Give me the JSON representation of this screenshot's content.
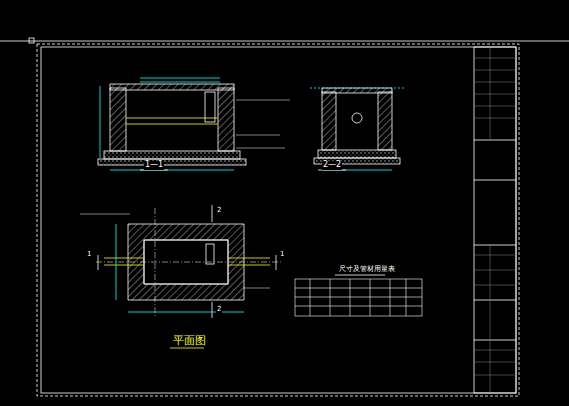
{
  "diagram": {
    "labels": [
      "1—1",
      "2—2",
      "平面图",
      "尺寸及管材用量表",
      "2",
      "2",
      "1",
      "1"
    ]
  }
}
